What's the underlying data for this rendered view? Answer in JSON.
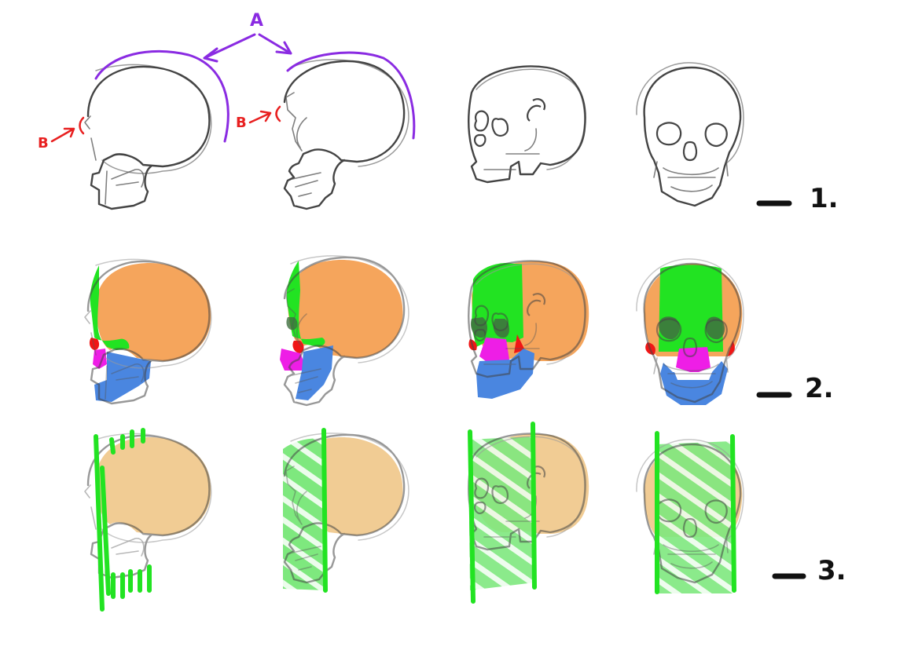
{
  "annotations": {
    "arrow_a_label": "A",
    "marker_b_left": "B",
    "marker_b_right": "B"
  },
  "rows": [
    {
      "label": "1."
    },
    {
      "label": "2."
    },
    {
      "label": "3."
    }
  ],
  "colors": {
    "cranium": "#F5A55C",
    "cranium_light": "#F1CC94",
    "face": "#22E322",
    "cheekbone": "#F01616",
    "nose": "#EE1EE6",
    "jaw": "#4A86E0",
    "annotation_purple": "#8A2BE2",
    "annotation_red": "#E82020",
    "stroke": "#444444"
  }
}
